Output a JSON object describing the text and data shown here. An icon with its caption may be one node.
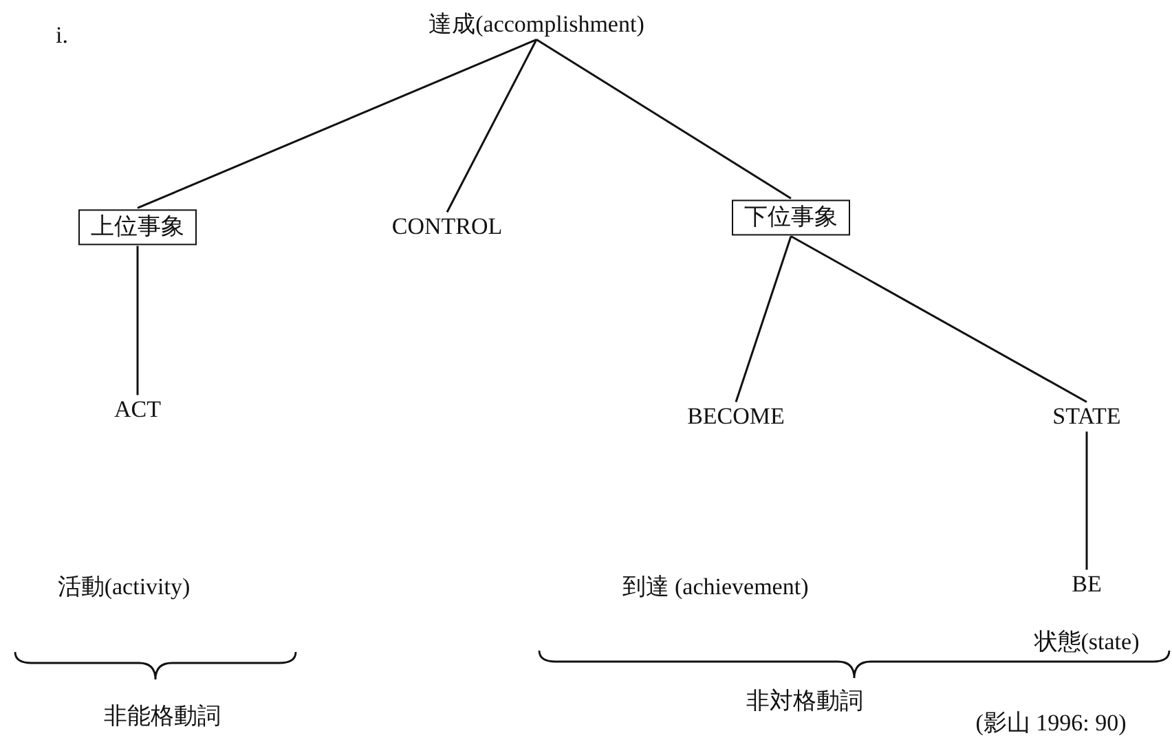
{
  "diagram": {
    "nodes": [
      {
        "text": [
          "達成(accomplishment)"
        ]
      },
      {
        "text": [
          "上位事象"
        ]
      },
      {
        "text": [
          "CONTROL"
        ]
      },
      {
        "text": [
          "下位事象"
        ]
      },
      {
        "text": [
          "ACT"
        ]
      },
      {
        "text": [
          "BECOME"
        ]
      },
      {
        "text": [
          "STATE"
        ]
      },
      {
        "text": [
          "BE"
        ]
      }
    ],
    "edges": [
      {
        "from": 0,
        "to": 1,
        "arrow": "none"
      },
      {
        "from": 0,
        "to": 2,
        "arrow": "none"
      },
      {
        "from": 0,
        "to": 3,
        "arrow": "none"
      },
      {
        "from": 1,
        "to": 4,
        "arrow": "none"
      },
      {
        "from": 3,
        "to": 5,
        "arrow": "none"
      },
      {
        "from": 3,
        "to": 6,
        "arrow": "none"
      },
      {
        "from": 6,
        "to": 7,
        "arrow": "none"
      }
    ],
    "labels": [
      "i.",
      "活動(activity)",
      "到達 (achievement)",
      "状態(state)",
      "非能格動詞",
      "非対格動詞",
      "(影山 1996: 90)"
    ]
  }
}
